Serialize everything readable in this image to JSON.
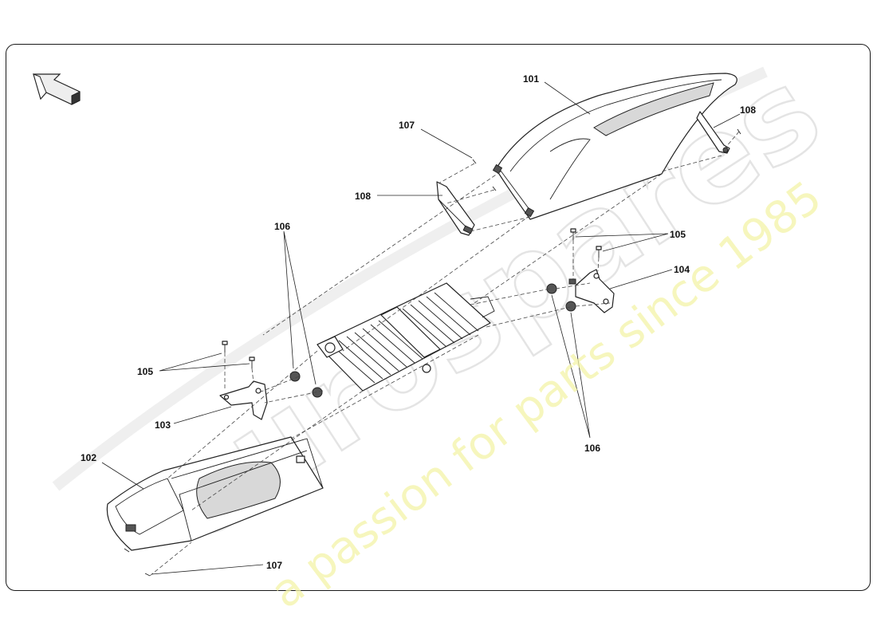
{
  "watermark": {
    "logo_text": "eurospares",
    "tagline": "a passion for parts since 1985"
  },
  "labels": {
    "p101": "101",
    "p102": "102",
    "p103": "103",
    "p104": "104",
    "p105_left": "105",
    "p105_right": "105",
    "p106_top": "106",
    "p106_bottom": "106",
    "p107_top": "107",
    "p107_bottom": "107",
    "p108_left": "108",
    "p108_right": "108"
  },
  "icons": {
    "orientation": "direction-arrow-icon"
  }
}
